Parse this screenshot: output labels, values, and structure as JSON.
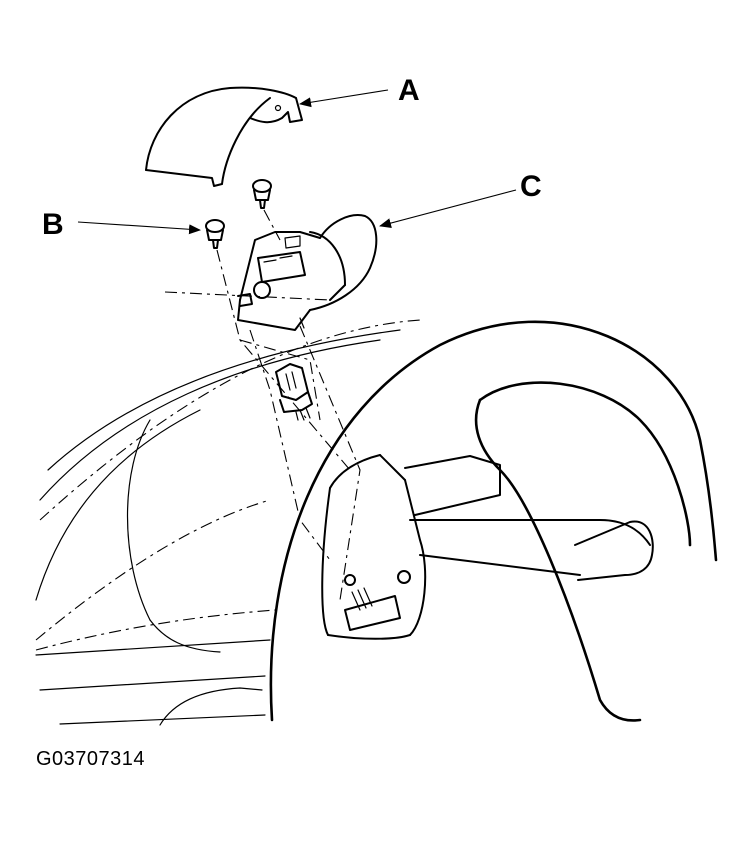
{
  "figure_id": "G03707314",
  "callouts": {
    "a": "A",
    "b": "B",
    "c": "C"
  }
}
